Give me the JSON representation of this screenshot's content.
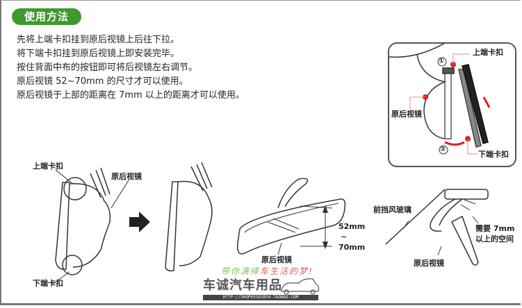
{
  "header": {
    "title": "使用方法"
  },
  "steps": [
    "先将上端卡扣挂到原后视镜上后往下拉。",
    "将下端卡扣挂到原后视镜上即安装完毕。",
    "按住背面中布的按钮即可将后视镜左右调节。",
    "原后视镜 52~70mm 的尺寸才可以使用。",
    "原后视镜于上部的距离在 7mm 以上的距离才可以使用。"
  ],
  "inset": {
    "top_clip": "上端卡扣",
    "mirror": "原后视镜",
    "bottom_clip": "下端卡扣",
    "step1": "①",
    "step2": "②"
  },
  "diagram1": {
    "top_clip": "上端卡扣",
    "mirror": "原后视镜",
    "bottom_clip": "下端卡扣"
  },
  "diagram3": {
    "size_top": "52mm",
    "size_sep": "~",
    "size_bottom": "70mm",
    "mirror": "原后视镜"
  },
  "diagram4": {
    "windshield": "前挡风玻璃",
    "space_line1": "需要 7mm",
    "space_line2": "以上的空间",
    "mirror": "原后视镜"
  },
  "watermark": {
    "slogan_a": "带你演绎",
    "slogan_b": "车生活的梦!",
    "brand": "车诚汽车用品",
    "url": "HTTP://SHOP65583854.TAOBAO.COM"
  },
  "colors": {
    "accent": "#3f9a2e",
    "marker": "#e02020"
  }
}
